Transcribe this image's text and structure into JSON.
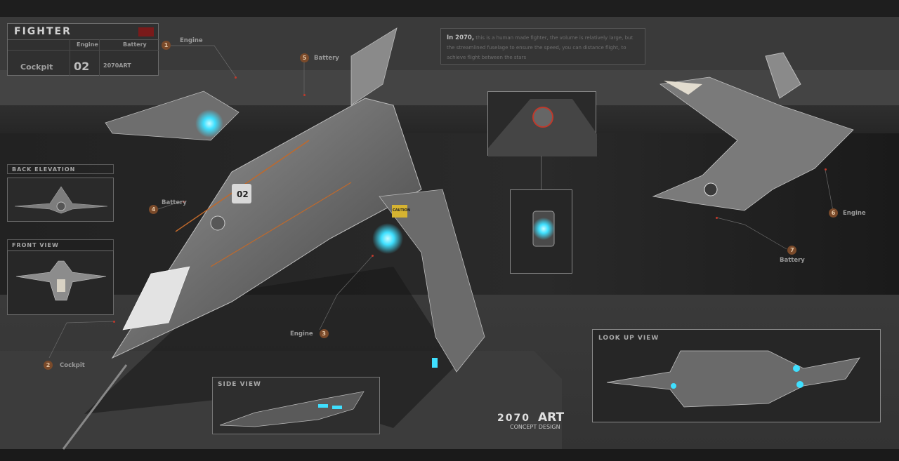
{
  "header": {
    "title": "FIGHTER",
    "col_engine": "Engine",
    "col_battery": "Battery",
    "row_cockpit": "Cockpit",
    "row_value": "02",
    "brand_small": "2070ART"
  },
  "info": {
    "lead": "In 2070,",
    "text": "this is a human made fighter, the volume is relatively large, but the streamlined fuselage to ensure the speed, you can distance flight, to achieve flight between the stars"
  },
  "callouts": [
    {
      "num": "1",
      "label": "Engine"
    },
    {
      "num": "2",
      "label": "Cockpit"
    },
    {
      "num": "3",
      "label": "Engine"
    },
    {
      "num": "4",
      "label": "Battery"
    },
    {
      "num": "5",
      "label": "Battery"
    },
    {
      "num": "6",
      "label": "Engine"
    },
    {
      "num": "7",
      "label": "Battery"
    }
  ],
  "views": {
    "back": "BACK ELEVATION",
    "front": "FRONT VIEW",
    "side": "SIDE VIEW",
    "lookup": "LOOK UP VIEW"
  },
  "ship": {
    "number": "02",
    "caution": "CAUTION"
  },
  "brand": {
    "name_num": "2070",
    "name_art": "ART",
    "tagline": "CONCEPT DESIGN"
  },
  "colors": {
    "accent": "#c0392b",
    "glow": "#3fe0ff",
    "callout": "#7a4a2a"
  }
}
